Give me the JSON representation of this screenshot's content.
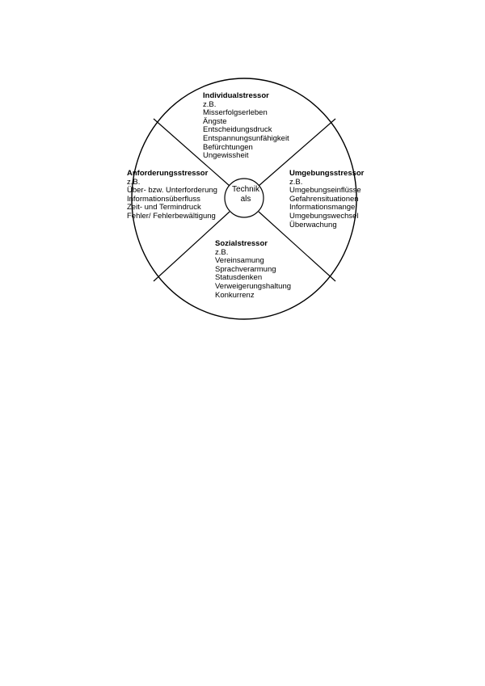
{
  "diagram": {
    "center": {
      "lines": [
        "Technik",
        "als"
      ]
    },
    "quadrants": {
      "top": {
        "title": "Individualstressor",
        "items": [
          "z.B.",
          "Misserfolgserleben",
          "Ängste",
          "Entscheidungsdruck",
          "Entspannungsunfähigkeit",
          "Befürchtungen",
          "Ungewissheit"
        ]
      },
      "left": {
        "title": "Anforderungsstressor",
        "items": [
          "z.B.",
          "Über- bzw. Unterforderung",
          "Informationsüberfluss",
          "Zeit- und Termindruck",
          "Fehler/ Fehlerbewältigung"
        ]
      },
      "right": {
        "title": "Umgebungsstressor",
        "items": [
          "z.B.",
          "Umgebungseinflüsse",
          "Gefahrensituationen",
          "Informationsmangel",
          "Umgebungswechsel",
          "Überwachung"
        ]
      },
      "bottom": {
        "title": "Sozialstressor",
        "items": [
          "z.B.",
          "Vereinsamung",
          "Sprachverarmung",
          "Statusdenken",
          "Verweigerungshaltung",
          "Konkurrenz"
        ]
      }
    },
    "colors": {
      "stroke": "#000000",
      "background": "#ffffff"
    }
  }
}
